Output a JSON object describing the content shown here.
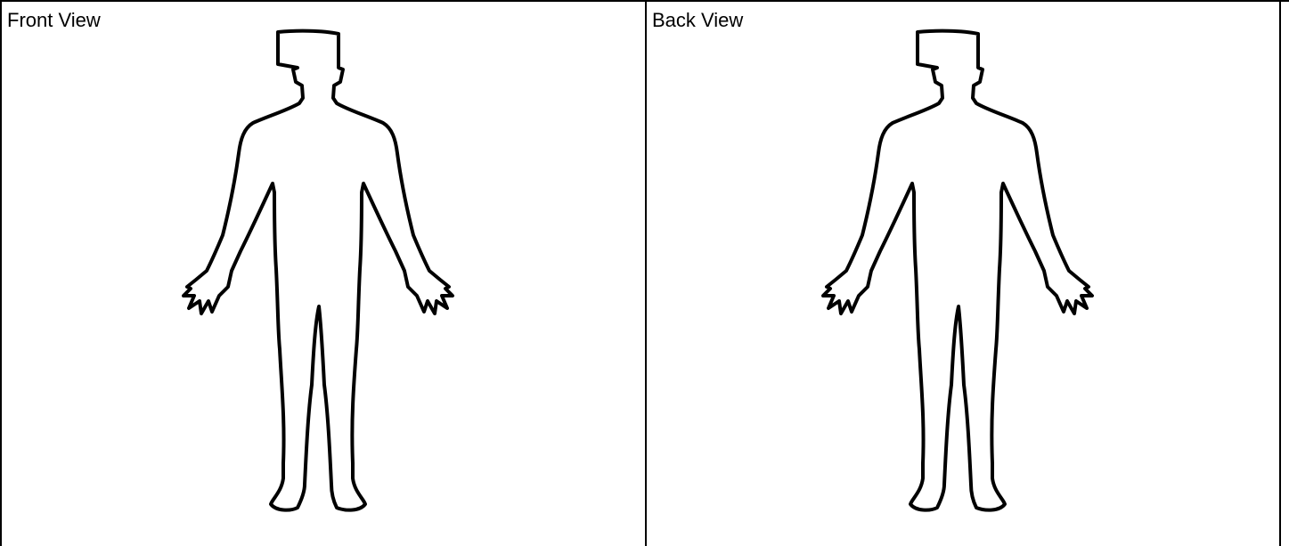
{
  "table": {
    "cells": [
      {
        "label": "Front View",
        "figure_icon": "body-outline-front"
      },
      {
        "label": "Back View",
        "figure_icon": "body-outline-back"
      }
    ],
    "border_color": "#000000",
    "background_color": "#ffffff"
  }
}
